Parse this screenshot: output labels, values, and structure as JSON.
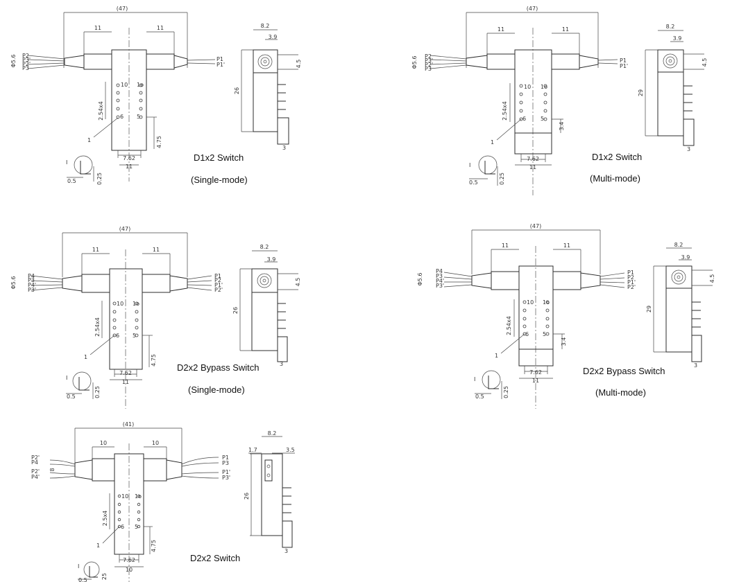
{
  "common": {
    "pin_label": "1",
    "pin_label_alt": "I",
    "pin_10": "10",
    "pin_1o": "1o",
    "pin_6": "6",
    "pin_5": "5",
    "dim_11": "11",
    "dim_10": "10",
    "dim_8_2": "8.2",
    "dim_3_9": "3.9",
    "dim_3_5": "3.5",
    "dim_4_5": "4.5",
    "dim_26": "26",
    "dim_29": "29",
    "dim_3": "3",
    "dim_7_62": "7.62",
    "dim_4_75": "4.75",
    "dim_3_4": "3.4",
    "dim_pitch": "2.54x4",
    "dim_pitch_alt": "2.5x4",
    "dim_0_5": "0.5",
    "dim_0_25": "0.25",
    "dim_25": "25",
    "dim_1_7": "1.7",
    "dim_8": "8",
    "dia_5_6": "Φ5.6"
  },
  "panels": [
    {
      "caption_line1": "D1x2 Switch",
      "caption_line2": "(Single-mode)",
      "length": "(47)",
      "left_ports": [
        "P2",
        "P3'",
        "P2'",
        "P3"
      ],
      "right_ports": [
        "P1",
        "P1'"
      ]
    },
    {
      "caption_line1": "D1x2 Switch",
      "caption_line2": "(Multi-mode)",
      "length": "(47)",
      "left_ports": [
        "P2",
        "P3'",
        "P2'",
        "P3"
      ],
      "right_ports": [
        "P1",
        "P1'"
      ]
    },
    {
      "caption_line1": "D2x2 Bypass Switch",
      "caption_line2": "(Single-mode)",
      "length": "(47)",
      "left_ports": [
        "P4",
        "P3",
        "P4'",
        "P3'"
      ],
      "right_ports": [
        "P1",
        "P2",
        "P1'",
        "P2'"
      ]
    },
    {
      "caption_line1": "D2x2 Bypass Switch",
      "caption_line2": "(Multi-mode)",
      "length": "(47)",
      "left_ports": [
        "P4",
        "P3",
        "P4'",
        "P3'"
      ],
      "right_ports": [
        "P1",
        "P2",
        "P1'",
        "P2'"
      ]
    },
    {
      "caption_line1": "D2x2 Switch",
      "caption_line2": "",
      "length": "(41)",
      "left_ports": [
        "P2'",
        "P4",
        "P2'",
        "P4'"
      ],
      "right_ports": [
        "P1",
        "P3",
        "P1'",
        "P3'"
      ]
    }
  ]
}
